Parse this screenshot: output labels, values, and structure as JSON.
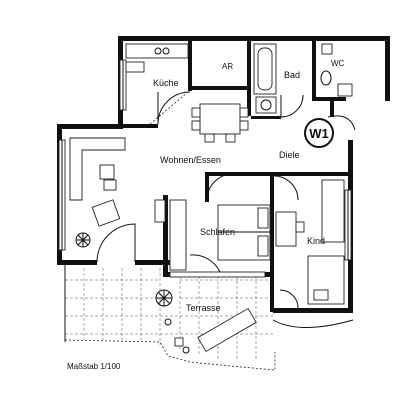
{
  "plan": {
    "unit_badge": "W1",
    "scale": "Maßstab 1/100",
    "rooms": {
      "kitchen": "Küche",
      "storage": "AR",
      "bath": "Bad",
      "wc": "WC",
      "living": "Wohnen/Essen",
      "hall": "Diele",
      "bedroom": "Schlafen",
      "child": "Kind",
      "terrace": "Terrasse"
    }
  }
}
